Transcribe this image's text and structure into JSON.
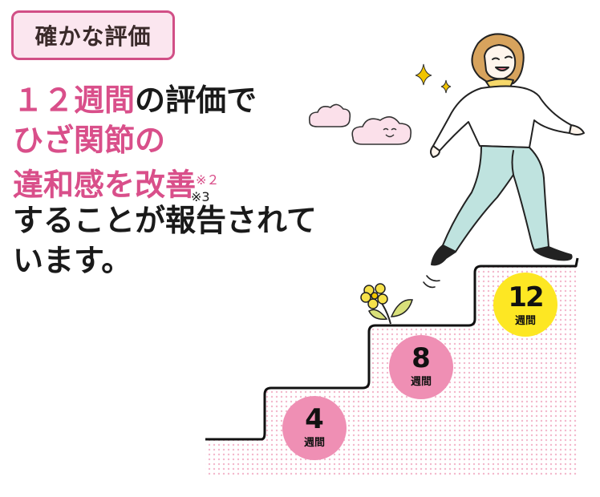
{
  "badge": {
    "label": "確かな評価"
  },
  "headline": {
    "line1_number": "１２週間",
    "line1_rest": "の評価で",
    "line2": "ひざ関節の",
    "line3": "違和感を改善",
    "line3_note": "※２",
    "line4_pre": "することが報",
    "line4_note_char": "告",
    "line4_note": "※3",
    "line4_post": "されて",
    "line5": "います。"
  },
  "milestones": [
    {
      "number": "4",
      "unit": "週間",
      "color": "#ef8fb4"
    },
    {
      "number": "8",
      "unit": "週間",
      "color": "#ef8fb4"
    },
    {
      "number": "12",
      "unit": "週間",
      "color": "#fde723"
    }
  ],
  "colors": {
    "accent_pink": "#d94f8a",
    "badge_border": "#d14f86",
    "badge_fill": "#fbe6ef",
    "dots": "#f3b8cc",
    "star": "#f1c400",
    "flower": "#f6e14a",
    "jeans": "#bfe3df",
    "hair": "#d7a35d"
  }
}
